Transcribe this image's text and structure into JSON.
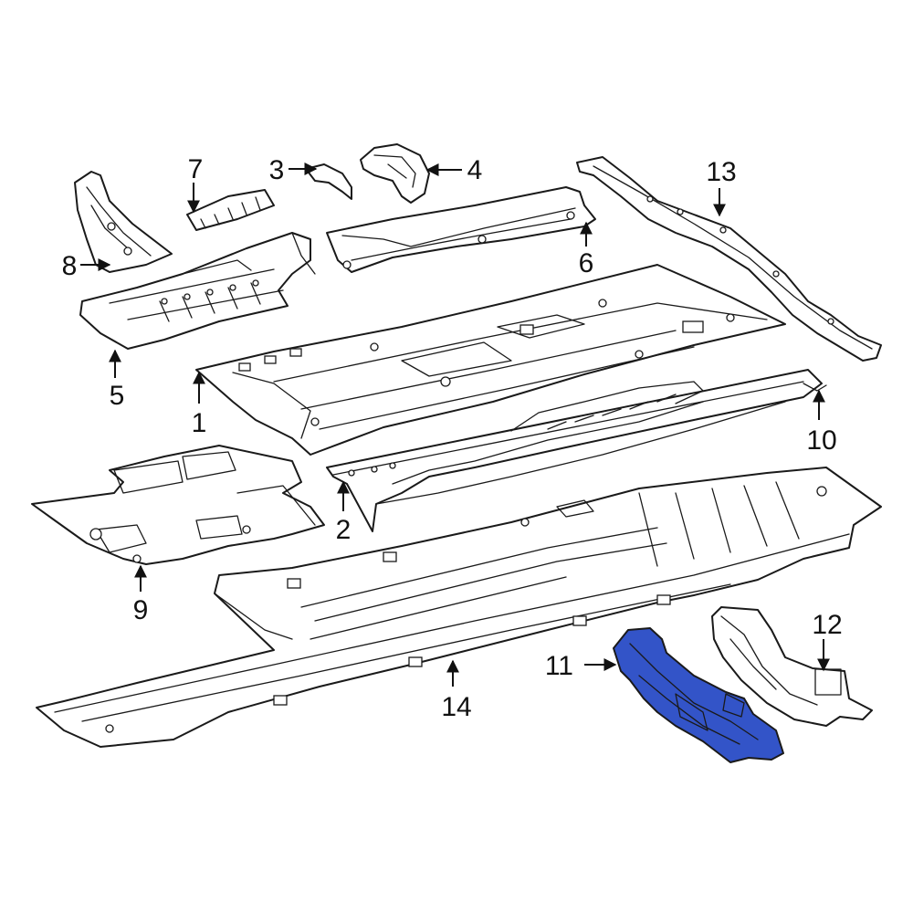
{
  "diagram": {
    "highlight_color": "#3354c8",
    "line_color": "#1a1a1a",
    "highlighted_part": "11",
    "callouts": [
      {
        "id": "c1",
        "label": "1"
      },
      {
        "id": "c2",
        "label": "2"
      },
      {
        "id": "c3",
        "label": "3"
      },
      {
        "id": "c4",
        "label": "4"
      },
      {
        "id": "c5",
        "label": "5"
      },
      {
        "id": "c6",
        "label": "6"
      },
      {
        "id": "c7",
        "label": "7"
      },
      {
        "id": "c8",
        "label": "8"
      },
      {
        "id": "c9",
        "label": "9"
      },
      {
        "id": "c10",
        "label": "10"
      },
      {
        "id": "c11",
        "label": "11"
      },
      {
        "id": "c12",
        "label": "12"
      },
      {
        "id": "c13",
        "label": "13"
      },
      {
        "id": "c14",
        "label": "14"
      }
    ]
  }
}
